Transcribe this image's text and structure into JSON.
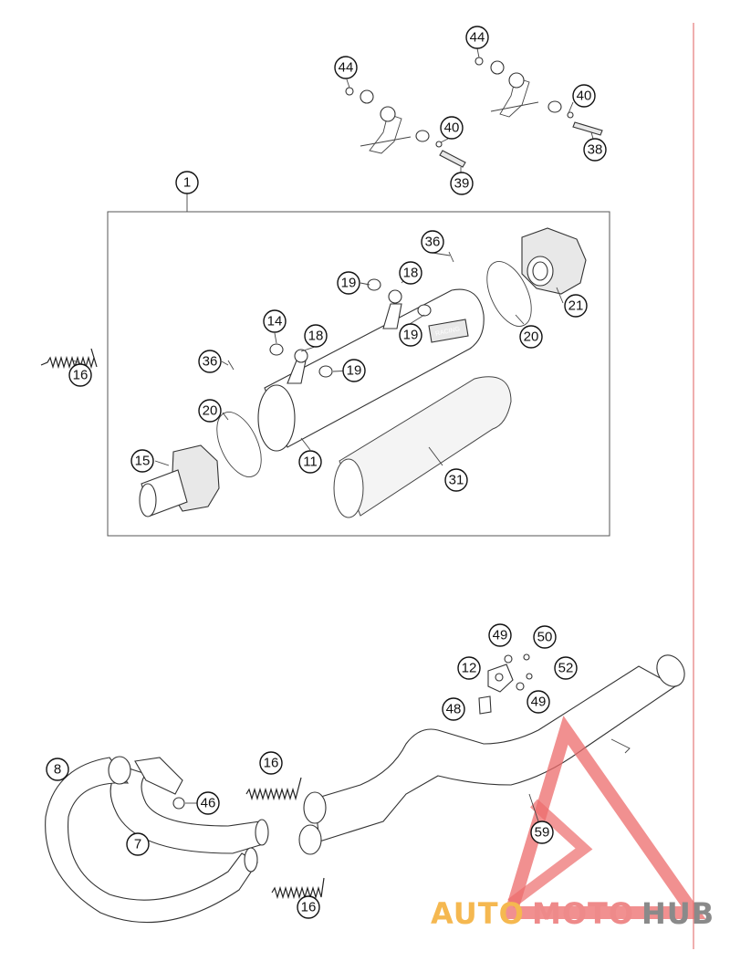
{
  "callouts": {
    "c44a": "44",
    "c40a": "40",
    "c39": "39",
    "c44b": "44",
    "c40b": "40",
    "c38": "38",
    "c1": "1",
    "c36a": "36",
    "c19a": "19",
    "c18a": "18",
    "c21": "21",
    "c14": "14",
    "c18b": "18",
    "c19b": "19",
    "c20a": "20",
    "c36b": "36",
    "c19c": "19",
    "c16a": "16",
    "c20b": "20",
    "c15": "15",
    "c11": "11",
    "c31": "31",
    "c49a": "49",
    "c50": "50",
    "c12": "12",
    "c52": "52",
    "c48": "48",
    "c49b": "49",
    "c8": "8",
    "c16b": "16",
    "c46": "46",
    "c7": "7",
    "c59": "59",
    "c16c": "16"
  },
  "muffler_logo": "RACING",
  "watermark": {
    "word1": "AUTO",
    "word2": "MOTO",
    "word3": "HUB",
    "color1": "#f5b850",
    "color2": "#ee8a8a",
    "color3": "#8a8a8a",
    "triangle_color": "#ec6b6b"
  },
  "border_color": "#e47a7a"
}
